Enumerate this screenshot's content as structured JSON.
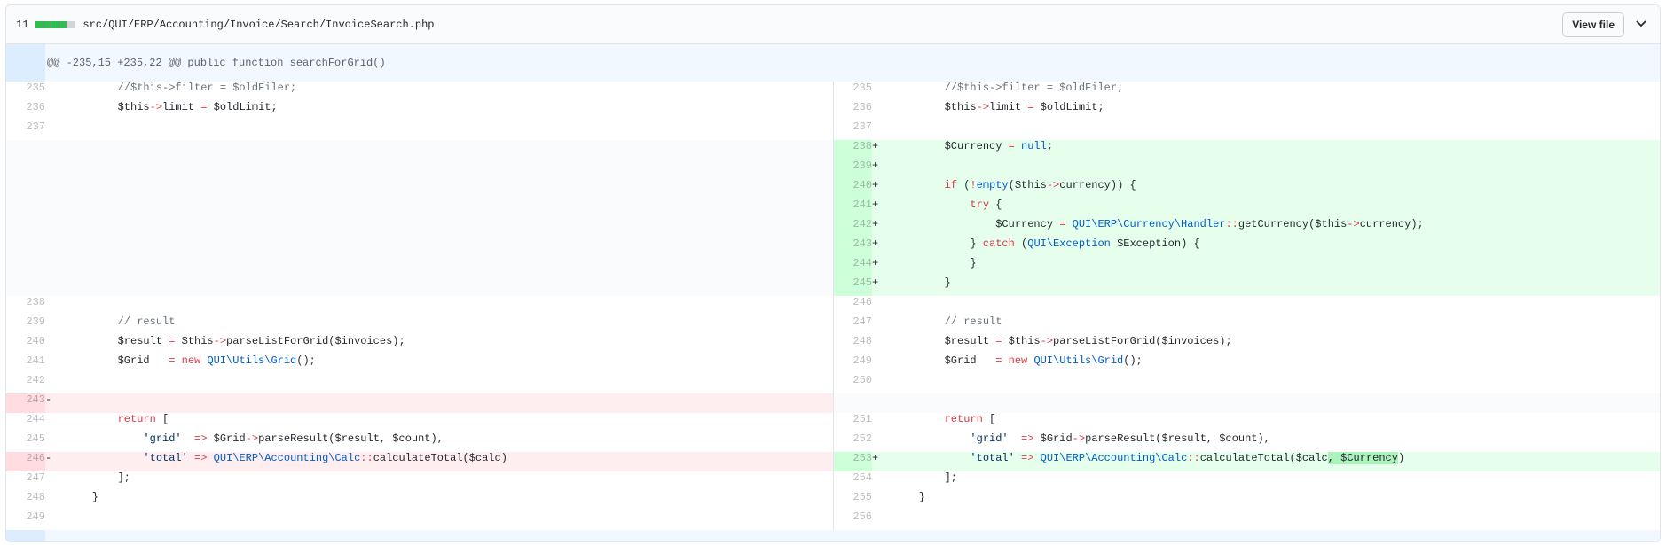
{
  "header": {
    "stat_count": "11",
    "file_path": "src/QUI/ERP/Accounting/Invoice/Search/InvoiceSearch.php",
    "view_file_label": "View file",
    "diffstat_colors": [
      "#2cbe4e",
      "#2cbe4e",
      "#2cbe4e",
      "#2cbe4e",
      "#d1d5da"
    ]
  },
  "hunk": {
    "header": "@@ -235,15 +235,22 @@ public function searchForGrid()"
  },
  "left": {
    "n235": "235",
    "n236": "236",
    "n237": "237",
    "n238": "238",
    "n239": "239",
    "n240": "240",
    "n241": "241",
    "n242": "242",
    "n243": "243",
    "n244": "244",
    "n245": "245",
    "n246": "246",
    "n247": "247",
    "n248": "248",
    "n249": "249",
    "c235": "        //$this->filter = $oldFiler;",
    "c236_var": "$this",
    "c236_op": "->",
    "c236_rest": "limit ",
    "c236_eq": "=",
    "c236_end": " $oldLimit;",
    "c239": "        // result",
    "c240_a": "$result ",
    "c240_eq": "=",
    "c240_b": " $this",
    "c240_op": "->",
    "c240_c": "parseListForGrid($invoices);",
    "c241_a": "$Grid   ",
    "c241_eq": "=",
    "c241_new": " new ",
    "c241_cls": "QUI\\Utils\\Grid",
    "c241_end": "();",
    "c244_kw": "return",
    "c244_end": " [",
    "c245_str": "'grid'",
    "c245_arrow": "=>",
    "c245_a": " $Grid",
    "c245_op": "->",
    "c245_b": "parseResult($result, $count),",
    "c246_str": "'total'",
    "c246_arrow": "=>",
    "c246_cls": "QUI\\ERP\\Accounting\\Calc",
    "c246_op": "::",
    "c246_b": "calculateTotal($calc)",
    "c247": "        ];",
    "c248": "    }",
    "minus": "-"
  },
  "right": {
    "n235": "235",
    "n236": "236",
    "n237": "237",
    "n238": "238",
    "n239": "239",
    "n240": "240",
    "n241": "241",
    "n242": "242",
    "n243": "243",
    "n244": "244",
    "n245": "245",
    "n246": "246",
    "n247": "247",
    "n248": "248",
    "n249": "249",
    "n250": "250",
    "n251": "251",
    "n252": "252",
    "n253": "253",
    "n254": "254",
    "n255": "255",
    "n256": "256",
    "plus": "+",
    "c238_a": "$Currency ",
    "c238_eq": "=",
    "c238_null": " null",
    "c238_end": ";",
    "c240_if": "if",
    "c240_p": " (",
    "c240_not": "!",
    "c240_empty": "empty",
    "c240_a": "($this",
    "c240_op": "->",
    "c240_b": "currency)) {",
    "c241_try": "try",
    "c241_end": " {",
    "c242_a": "$Currency ",
    "c242_eq": "=",
    "c242_cls": "QUI\\ERP\\Currency\\Handler",
    "c242_op": "::",
    "c242_b": "getCurrency($this",
    "c242_op2": "->",
    "c242_c": "currency);",
    "c243_a": "} ",
    "c243_catch": "catch",
    "c243_b": " (",
    "c243_cls": "QUI\\Exception",
    "c243_c": " $Exception) {",
    "c244": "}",
    "c245": "}",
    "c253_hl": ", $Currency",
    "c253_end": ")"
  }
}
